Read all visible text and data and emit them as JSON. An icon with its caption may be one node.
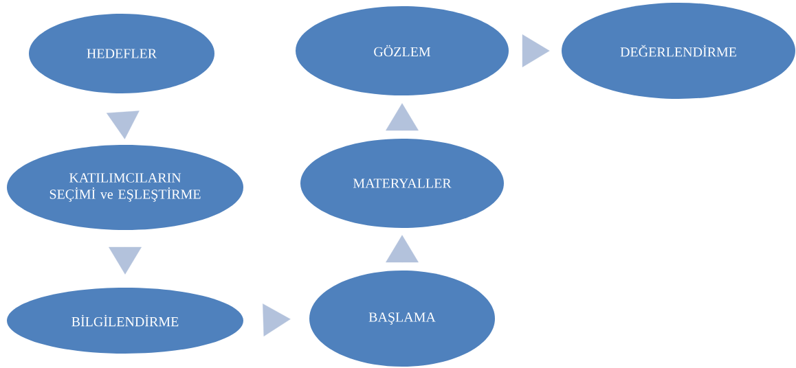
{
  "diagram": {
    "nodes": [
      {
        "text": [
          "HEDEFLER"
        ]
      },
      {
        "text": [
          "KATILIMCILARIN SEÇİMİ ve EŞLEŞTİRME"
        ]
      },
      {
        "text": [
          "BİLGİLENDİRME"
        ]
      },
      {
        "text": [
          "BAŞLAMA"
        ]
      },
      {
        "text": [
          "MATERYALLER"
        ]
      },
      {
        "text": [
          "GÖZLEM"
        ]
      },
      {
        "text": [
          "DEĞERLENDİRME"
        ]
      }
    ],
    "edges": [
      {
        "from": 0,
        "to": 1,
        "arrow": "to"
      },
      {
        "from": 1,
        "to": 2,
        "arrow": "to"
      },
      {
        "from": 2,
        "to": 3,
        "arrow": "to"
      },
      {
        "from": 3,
        "to": 4,
        "arrow": "to"
      },
      {
        "from": 4,
        "to": 5,
        "arrow": "to"
      },
      {
        "from": 5,
        "to": 6,
        "arrow": "to"
      }
    ]
  }
}
